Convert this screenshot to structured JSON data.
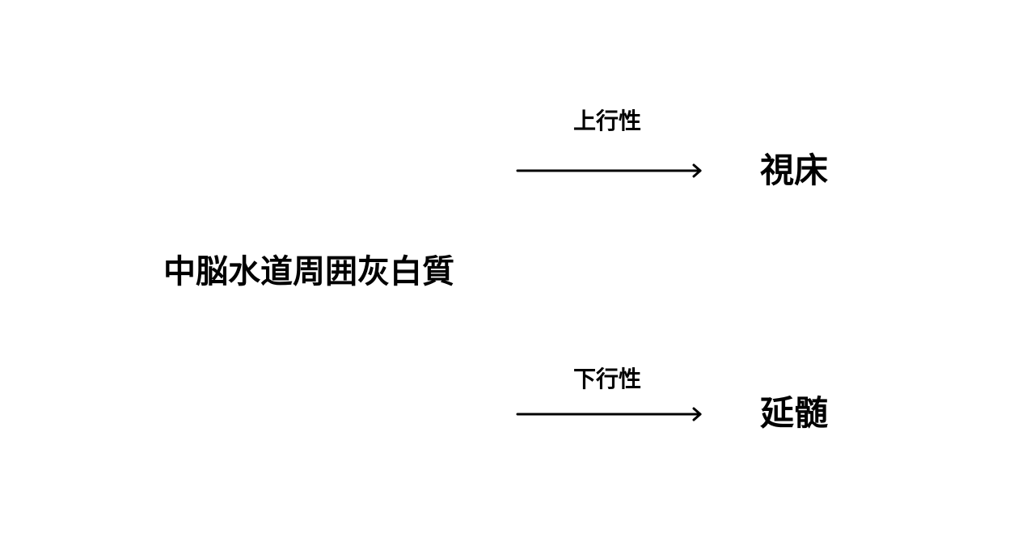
{
  "diagram": {
    "source": {
      "label": "中脳水道周囲灰白質"
    },
    "edges": [
      {
        "label": "上行性",
        "target": "視床"
      },
      {
        "label": "下行性",
        "target": "延髄"
      }
    ],
    "colors": {
      "background": "#ffffff",
      "foreground": "#000000"
    }
  }
}
